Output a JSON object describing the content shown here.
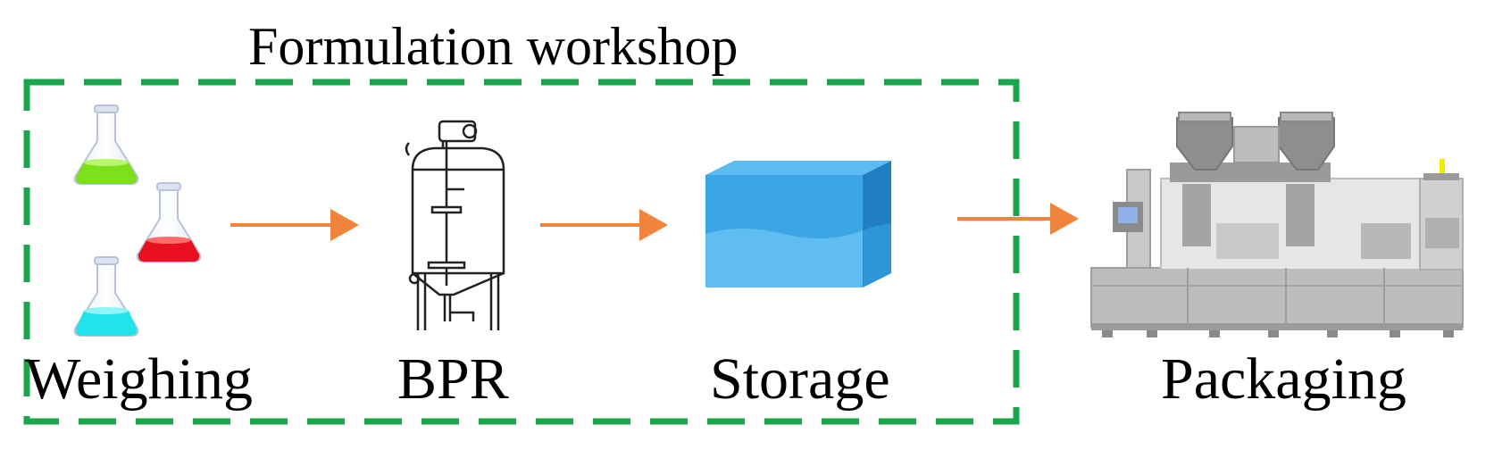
{
  "diagram": {
    "group_title": "Formulation workshop",
    "stages": [
      {
        "id": "weighing",
        "label": "Weighing"
      },
      {
        "id": "bpr",
        "label": "BPR"
      },
      {
        "id": "storage",
        "label": "Storage"
      },
      {
        "id": "packaging",
        "label": "Packaging"
      }
    ]
  },
  "colors": {
    "group_border": "#1aa64a",
    "arrow": "#f0843c",
    "flask_green": "#7ee01a",
    "flask_red": "#e8101e",
    "flask_cyan": "#22e3ea",
    "storage_blue": "#3aa6e6",
    "machine_gray": "#bdbdbd"
  }
}
